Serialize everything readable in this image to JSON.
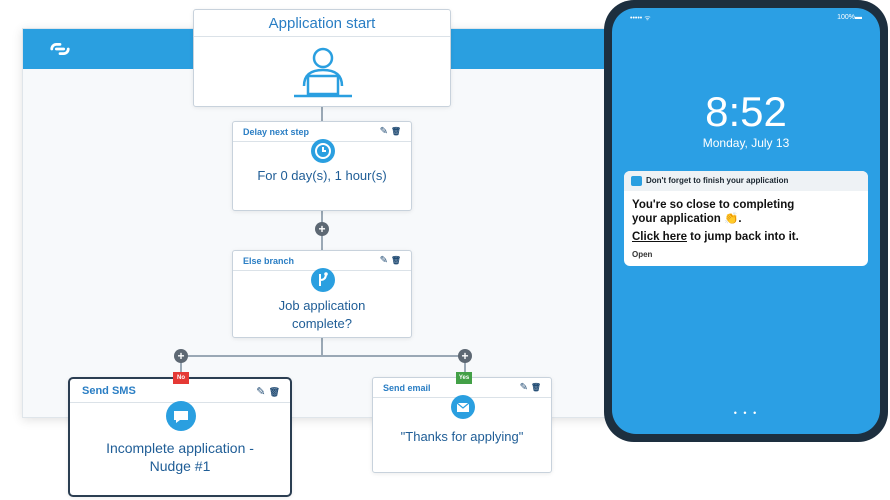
{
  "flow": {
    "start": {
      "title": "Application start",
      "icon": "person-at-laptop-icon"
    },
    "delay": {
      "header": "Delay next step",
      "icon": "clock-icon",
      "text": "For 0 day(s), 1 hour(s)"
    },
    "branch": {
      "header": "Else branch",
      "icon": "branch-icon",
      "text_line1": "Job application",
      "text_line2": "complete?"
    },
    "sms": {
      "header": "Send SMS",
      "tag": "No",
      "icon": "chat-bubble-icon",
      "text_line1": "Incomplete application -",
      "text_line2": "Nudge #1"
    },
    "email": {
      "header": "Send email",
      "tag": "Yes",
      "icon": "envelope-icon",
      "text": "\"Thanks for applying\""
    },
    "tools": {
      "edit": "✎",
      "delete": "🗑"
    },
    "add_symbol": "+"
  },
  "phone": {
    "status_left": "••••• ᯤ",
    "status_right": "100%▬",
    "time": "8:52",
    "date": "Monday, July 13",
    "notification": {
      "title": "Don't forget to finish your application",
      "line1": "You're so close to completing",
      "line2": "your application 👏.",
      "link": "Click here",
      "line3_rest": " to jump back into it.",
      "action": "Open"
    },
    "page_dots": "• • •"
  },
  "colors": {
    "accent": "#2a9fe0",
    "no_tag": "#e53935",
    "yes_tag": "#43a047"
  }
}
